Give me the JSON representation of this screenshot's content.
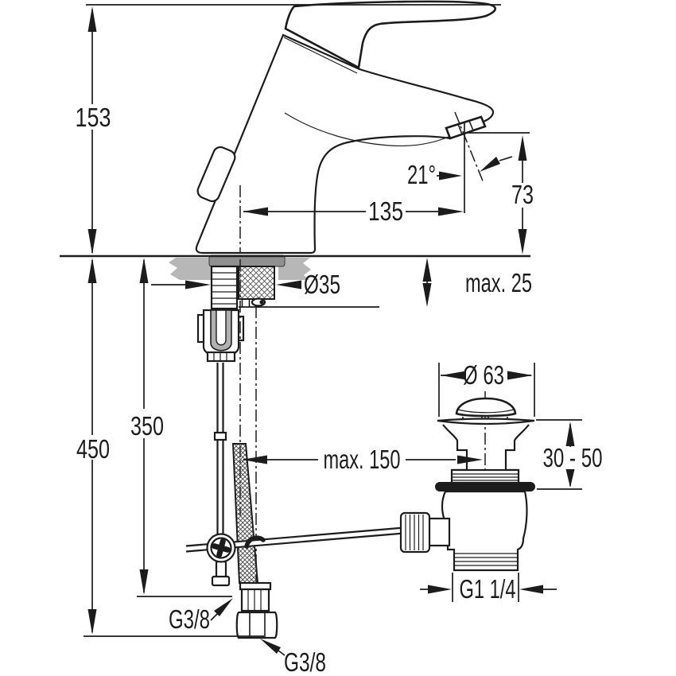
{
  "diagram": {
    "kind": "basin-mixer-installation-dimension-drawing",
    "labels": {
      "height_total": "153",
      "height_below_deck": "450",
      "height_hose": "350",
      "spout_angle": "21°",
      "spout_height": "73",
      "spout_reach": "135",
      "hole_diameter": "Ø35",
      "deck_thickness": "max. 25",
      "waste_cap_diameter": "Ø 63",
      "waste_offset": "max. 150",
      "waste_deck_range": "30 - 50",
      "waste_thread": "G1 1/4",
      "hose_thread_upper": "G3/8",
      "hose_thread_lower": "G3/8"
    },
    "colors": {
      "line": "#1c1c1c",
      "countertop_grey": "#b7b7b7",
      "flange_grey": "#909090",
      "clip_grey": "#b0b0b0",
      "background": "#ffffff"
    }
  }
}
